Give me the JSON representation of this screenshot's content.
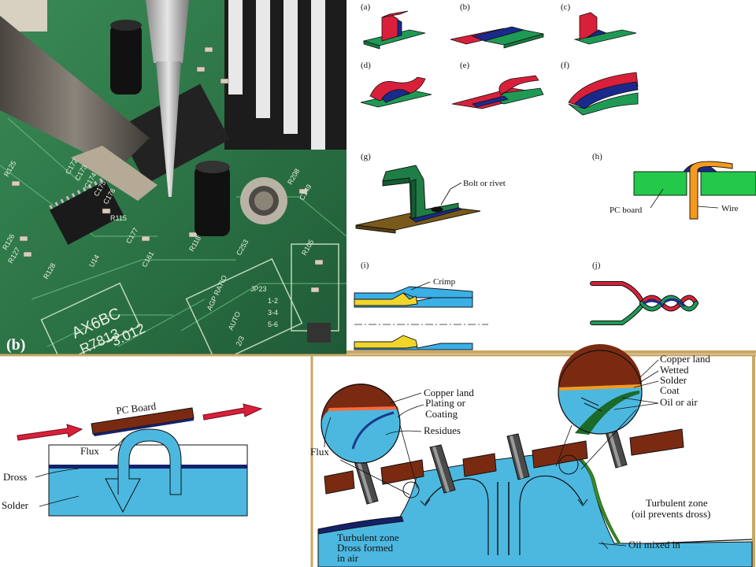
{
  "photo": {
    "label": "(b)",
    "silkscreen": [
      "AX6BC",
      "R7813",
      "3.012",
      "AGP RATIO",
      "AUTO",
      "2/3",
      "JP23",
      "1-2",
      "3-4",
      "5-6",
      "R125",
      "R126",
      "R127",
      "R128",
      "R115",
      "R118",
      "R105",
      "R208",
      "C149",
      "C173",
      "C174",
      "C175",
      "C176",
      "C177",
      "C161",
      "C253",
      "C172",
      "U14"
    ]
  },
  "joints": {
    "panels": [
      "(a)",
      "(b)",
      "(c)",
      "(d)",
      "(e)",
      "(f)",
      "(g)",
      "(h)",
      "(i)",
      "(j)"
    ],
    "bolt_label": "Bolt or rivet",
    "pc_board_label": "PC board",
    "wire_label": "Wire",
    "crimp_label": "Crimp"
  },
  "wave_left": {
    "pc_board": "PC Board",
    "flux": "Flux",
    "dross": "Dross",
    "solder": "Solder"
  },
  "wave_right": {
    "copper_land_1": "Copper land",
    "plating_1": "Plating or",
    "plating_2": "Coating",
    "residues": "Residues",
    "flux": "Flux",
    "copper_land_2": "Copper land",
    "wetted": "Wetted",
    "solder": "Solder",
    "coat": "Coat",
    "oil_air": "Oil or air",
    "turbulent_right_1": "Turbulent zone",
    "turbulent_right_2": "(oil prevents dross)",
    "turbulent_left_1": "Turbulent zone",
    "turbulent_left_2": "Dross formed",
    "turbulent_left_3": "in air",
    "oil_mixed": "Oil mixed in"
  },
  "colors": {
    "pcb_green": "#2e7d46",
    "joint_red": "#d8203a",
    "joint_green": "#1f9a55",
    "joint_blue": "#1a2a8c",
    "solder_blue": "#4cb8e0",
    "board_brown": "#7b2a12",
    "dross_navy": "#14226b",
    "frame_gold": "#c9a764"
  }
}
